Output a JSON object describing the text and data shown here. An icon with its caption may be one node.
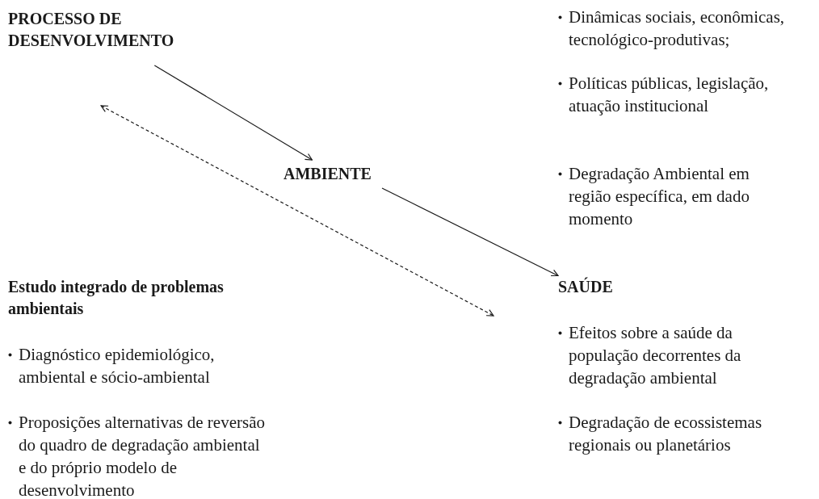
{
  "diagram": {
    "nodes": [
      {
        "text": [
          "PROCESSO DE DESENVOLVIMENTO"
        ]
      },
      {
        "text": [
          "AMBIENTE"
        ]
      },
      {
        "text": [
          "SAÚDE"
        ]
      }
    ],
    "edges": [
      {
        "from": 0,
        "to": 1,
        "arrow": "to"
      },
      {
        "from": 1,
        "to": 2,
        "arrow": "to"
      },
      {
        "from": 0,
        "to": 2,
        "arrow": "both",
        "style": "dashed"
      }
    ],
    "labels": [
      "Dinâmicas sociais, econômicas, tecnológico-produtivas;",
      "Políticas públicas, legislação, atuação institucional",
      "Degradação Ambiental em região específica, em dado momento",
      "Estudo integrado de problemas ambientais",
      "Diagnóstico epidemiológico, ambiental e sócio-ambiental",
      "Proposições alternativas de reversão do quadro de degradação ambiental e do próprio modelo de desenvolvimento",
      "Efeitos sobre a saúde da população decorrentes da degradação ambiental",
      "Degradação de ecossistemas regionais ou planetários"
    ]
  }
}
